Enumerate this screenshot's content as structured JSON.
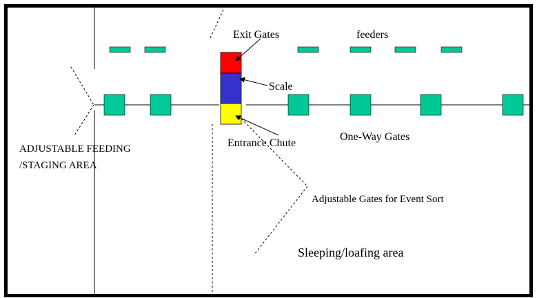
{
  "labels": {
    "exit_gates": "Exit Gates",
    "feeders": "feeders",
    "scale": "Scale",
    "entrance_chute": "Entrance Chute",
    "one_way_gates": "One-Way Gates",
    "feeding_area_line1": "ADJUSTABLE FEEDING",
    "feeding_area_line2": "/STAGING AREA",
    "adjustable_gates": "Adjustable Gates for Event Sort",
    "sleeping_area": "Sleeping/loafing area"
  },
  "colors": {
    "feeder": "#00c896",
    "gate": "#00c896",
    "exit_gates": "#ff0000",
    "scale": "#3333cc",
    "entrance_chute": "#ffff00",
    "line": "#000000",
    "background": "#ffffff"
  },
  "icons": {
    "feeder": "feeder-bar",
    "gate": "gate-square"
  }
}
